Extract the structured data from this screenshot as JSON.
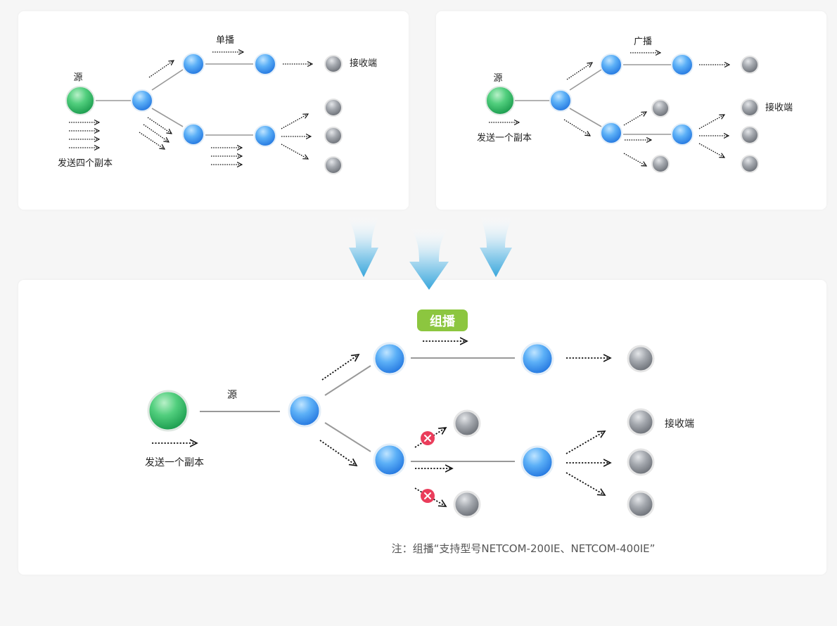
{
  "unicast": {
    "title": "单播",
    "source_label": "源",
    "copies_label": "发送四个副本",
    "receiver_label": "接收端"
  },
  "broadcast": {
    "title": "广播",
    "source_label": "源",
    "copies_label": "发送一个副本",
    "receiver_label": "接收端"
  },
  "multicast": {
    "title": "组播",
    "source_label": "源",
    "copies_label": "发送一个副本",
    "receiver_label": "接收端",
    "note": "注：组播“支持型号NETCOM-200IE、NETCOM-400IE”"
  },
  "colors": {
    "router_blue": "#3e9bf2",
    "source_green": "#2fbf6a",
    "receiver_gray": "#8c9097",
    "multicast_badge": "#8cc63f",
    "blocked_red": "#ea3d5b",
    "flow_arrow": "#5bb6e3"
  }
}
